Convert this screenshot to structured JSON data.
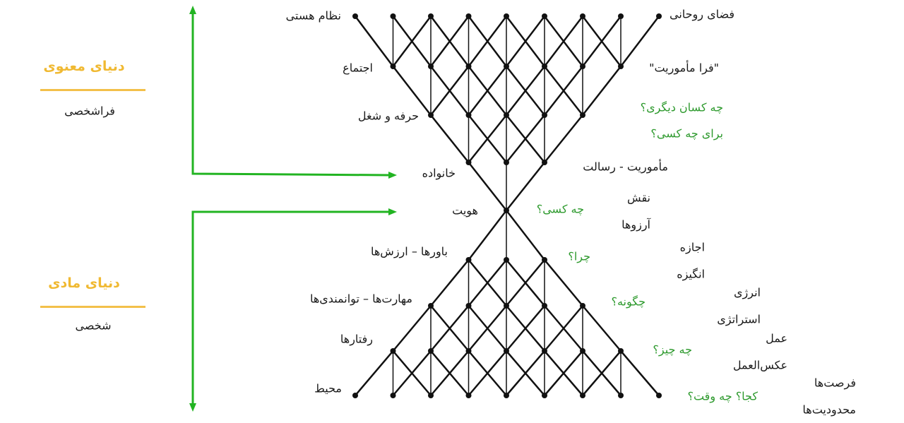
{
  "left_panel": {
    "spiritual_title": "دنیای معنوی",
    "spiritual_sub": "فراشخصی",
    "material_title": "دنیای مادی",
    "material_sub": "شخصی"
  },
  "levels_left": {
    "existence": "نظام هستی",
    "society": "اجتماع",
    "profession": "حرفه و شغل",
    "family": "خانواده",
    "identity": "هویت",
    "beliefs": "باورها – ارزش‌ها",
    "skills": "مهارت‌ها – توانمندی‌ها",
    "behaviors": "رفتارها",
    "environment": "محیط"
  },
  "levels_right": {
    "spiritual_space": "فضای روحانی",
    "meta_mission": "\"فرا مأموریت\"",
    "mission": "مأموریت - رسالت",
    "role": "نقش",
    "aspirations": "آرزوها",
    "permission": "اجازه",
    "motivation": "انگیزه",
    "energy": "انرژی",
    "strategy": "استراتژی",
    "action": "عمل",
    "reaction": "عکس‌العمل",
    "opportunities": "فرصت‌ها",
    "limitations": "محدودیت‌ها"
  },
  "questions": {
    "who_else": "چه کسان دیگری؟",
    "for_whom": "برای چه کسی؟",
    "who": "چه کسی؟",
    "why": "چرا؟",
    "how": "چگونه؟",
    "what": "چه چیز؟",
    "where_when": "کجا؟ چه وقت؟"
  },
  "colors": {
    "arrow": "#22b422",
    "lattice": "#111111",
    "question": "#2e9a2e",
    "heading": "#f0b932"
  }
}
